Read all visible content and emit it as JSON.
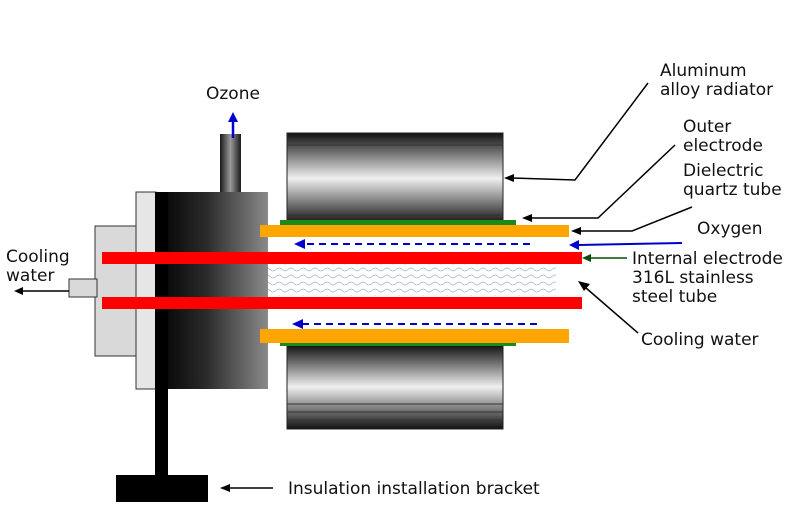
{
  "labels": {
    "ozone": "Ozone",
    "cooling_water_left_line1": "Cooling",
    "cooling_water_left_line2": "water",
    "radiator_line1": "Aluminum",
    "radiator_line2": "alloy radiator",
    "outer_electrode_line1": "Outer",
    "outer_electrode_line2": "electrode",
    "dielectric_line1": "Dielectric",
    "dielectric_line2": "quartz tube",
    "oxygen": "Oxygen",
    "internal_electrode_line1": "Internal electrode",
    "internal_electrode_line2": "316L stainless",
    "internal_electrode_line3": "steel tube",
    "cooling_water_right": "Cooling water",
    "bracket": "Insulation installation bracket"
  },
  "colors": {
    "electrode_red": "#ff0000",
    "quartz_orange": "#ffa500",
    "outer_electrode_green": "#1a8a1a",
    "gas_flow_blue": "#0000cc",
    "inlet_arrow_dark_green": "#0a4d0a",
    "bracket_black": "#000000",
    "cooling_hatch": "#9fb7c8"
  }
}
